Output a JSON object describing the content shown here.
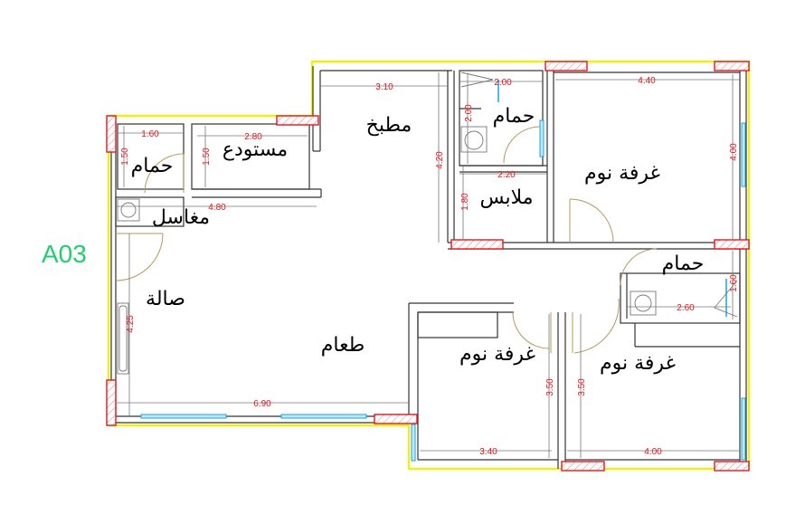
{
  "unit_tag": "A03",
  "rooms": {
    "bath_small": "حمام",
    "storage": "مستودع",
    "sinks": "مغاسل",
    "kitchen": "مطبخ",
    "bath_top": "حمام",
    "closet": "ملابس",
    "bedroom_top": "غرفة نوم",
    "bath_right": "حمام",
    "hall": "صالة",
    "dining": "طعام",
    "bedroom_mid": "غرفة نوم",
    "bedroom_right": "غرفة نوم"
  },
  "dimensions": {
    "bath_small_w": "1.60",
    "bath_small_h": "1.50",
    "storage_w": "2.80",
    "storage_h": "1.50",
    "corridor_w": "4.80",
    "kitchen_w": "3.10",
    "kitchen_h": "4.20",
    "bath_top_w": "2.00",
    "bath_top_h": "2.00",
    "closet_w": "2.20",
    "closet_h": "1.80",
    "bedroom_top_w": "4.40",
    "bedroom_top_h": "4.00",
    "bath_right_w": "2.60",
    "bath_right_h": "1.60",
    "hall_h": "4.25",
    "living_w": "6.90",
    "bedroom_mid_w": "3.40",
    "bedroom_mid_h": "3.50",
    "bedroom_right_w": "4.00",
    "bedroom_right_h": "3.50"
  },
  "colors": {
    "dimension_text": "#e8141b",
    "unit_tag": "#1fcf6e",
    "outline": "#f4f000",
    "window": "#1aa3e0",
    "door": "#b59a5a",
    "column": "#e8141b"
  }
}
